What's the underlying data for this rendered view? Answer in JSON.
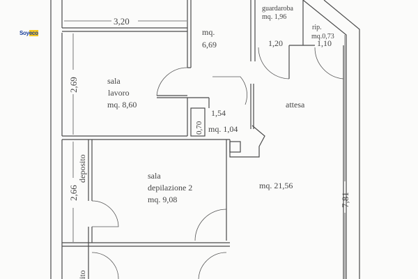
{
  "logo": {
    "prefix": "Soy",
    "suffix": "eco"
  },
  "rooms": {
    "top_area": {
      "label": "mq.",
      "area": "6,69"
    },
    "sala_lavoro": {
      "line1": "sala",
      "line2": "lavoro",
      "area": "mq. 8,60"
    },
    "guardaroba": {
      "label": "guardaroba",
      "area": "mq. 1,96"
    },
    "ripostiglio": {
      "label": "rip.",
      "area": "mq.0,73"
    },
    "attesa": {
      "label": "attesa",
      "area": "mq. 21,56"
    },
    "small_room": {
      "area": "mq. 1,04"
    },
    "sala_depilazione": {
      "line1": "sala",
      "line2": "depilazione 2",
      "area": "mq. 9,08"
    },
    "deposito": {
      "label": "deposito"
    },
    "deposito_bottom": {
      "label": "ito"
    }
  },
  "dimensions": {
    "d_320": "3,20",
    "d_269": "2,69",
    "d_120": "1,20",
    "d_110": "1,10",
    "d_154": "1,54",
    "d_070": "0,70",
    "d_266": "2,66",
    "d_781": "7,81"
  }
}
